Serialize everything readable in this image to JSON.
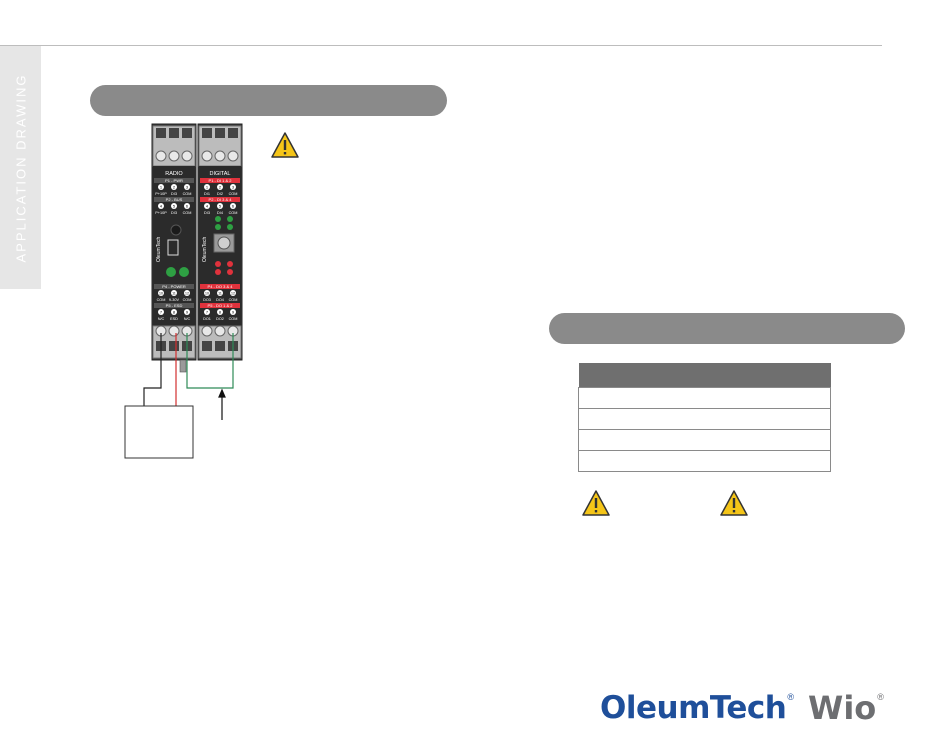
{
  "sidebar": {
    "title": "APPLICATION DRAWING"
  },
  "modules": {
    "radio": {
      "brand": "OleumTech",
      "title": "RADIO",
      "p1_header": "P1 - PWR",
      "p1_terms": [
        "1",
        "2",
        "3"
      ],
      "p1_labels": [
        "P+10P",
        "DI3",
        "COM"
      ],
      "p2_header": "P2 - BUS",
      "p2_terms": [
        "4",
        "5",
        "6"
      ],
      "p2_labels": [
        "P+10P",
        "DI3",
        "COM"
      ],
      "p4_header": "P4 - POWER",
      "p4_terms": [
        "10",
        "11",
        "12"
      ],
      "p4_labels": [
        "COM",
        "9-30V",
        "COM"
      ],
      "p5_header": "P5 - ESD",
      "p5_terms": [
        "7",
        "8",
        "9"
      ],
      "p5_labels": [
        "N/C",
        "ESD",
        "N/C"
      ]
    },
    "digital": {
      "brand": "OleumTech",
      "title": "DIGITAL",
      "p1_header": "P1 - DI 1 & 2",
      "p1_terms": [
        "1",
        "2",
        "3"
      ],
      "p1_labels": [
        "DI1",
        "DI2",
        "COM"
      ],
      "p2_header": "P2 - DI 3 & 4",
      "p2_terms": [
        "4",
        "5",
        "6"
      ],
      "p2_labels": [
        "DI3",
        "DI4",
        "COM"
      ],
      "p4_header": "P4 - DO 3 & 4",
      "p4_terms": [
        "10",
        "11",
        "12"
      ],
      "p4_labels": [
        "DO3",
        "DO4",
        "COM"
      ],
      "p5_header": "P5 - DO 1 & 2",
      "p5_terms": [
        "7",
        "8",
        "9"
      ],
      "p5_labels": [
        "DO1",
        "DO2",
        "COM"
      ]
    }
  },
  "spec_table": {
    "rows": [
      "",
      "",
      "",
      ""
    ]
  },
  "logo": {
    "brand": "OleumTech",
    "product": "Wio",
    "reg": "®"
  },
  "colors": {
    "accent_red": "#e0323c",
    "pill_gray": "#8a8a8a",
    "warning_yellow": "#f5c518",
    "logo_blue": "#1f4f9a"
  }
}
